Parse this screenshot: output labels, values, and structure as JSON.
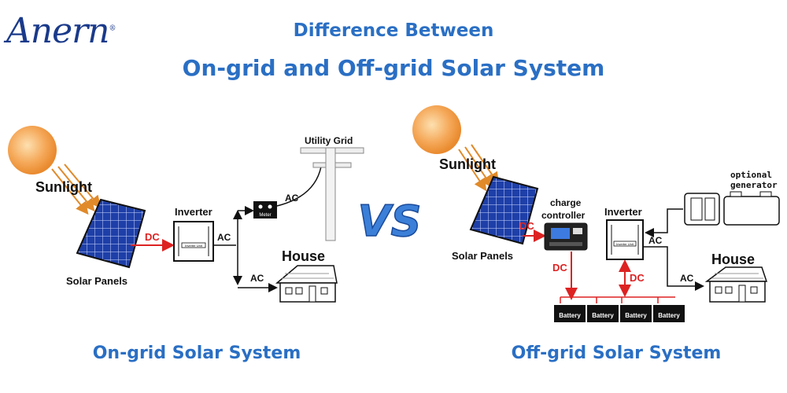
{
  "brand": {
    "logo_text": "Anern",
    "registered": "®"
  },
  "header": {
    "line1": "Difference Between",
    "line2": "On-grid and Off-grid Solar System"
  },
  "vs_badge": "VS",
  "on_grid": {
    "caption": "On-grid Solar System",
    "sunlight": "Sunlight",
    "solar_panels": "Solar Panels",
    "inverter": "Inverter",
    "inverter_tag": "Inverter Unit",
    "dc": "DC",
    "ac_inverter": "AC",
    "ac_meter": "AC",
    "ac_house": "AC",
    "meter": "Meter",
    "utility_grid": "Utility Grid",
    "house": "House"
  },
  "off_grid": {
    "caption": "Off-grid Solar System",
    "sunlight": "Sunlight",
    "solar_panels": "Solar Panels",
    "charge_controller_line1": "charge",
    "charge_controller_line2": "controller",
    "inverter": "Inverter",
    "inverter_tag": "Inverter Unit",
    "dc_panel": "DC",
    "dc_battery": "DC",
    "dc_inverter": "DC",
    "ac_generator": "AC",
    "ac_house": "AC",
    "generator_line1": "optional",
    "generator_line2": "generator",
    "house": "House",
    "batteries": [
      "Battery",
      "Battery",
      "Battery",
      "Battery"
    ]
  },
  "colors": {
    "title_blue": "#2a6fc4",
    "logo_navy": "#1a3a8a",
    "dc_red": "#d22222",
    "sun_orange": "#f0a04a"
  }
}
